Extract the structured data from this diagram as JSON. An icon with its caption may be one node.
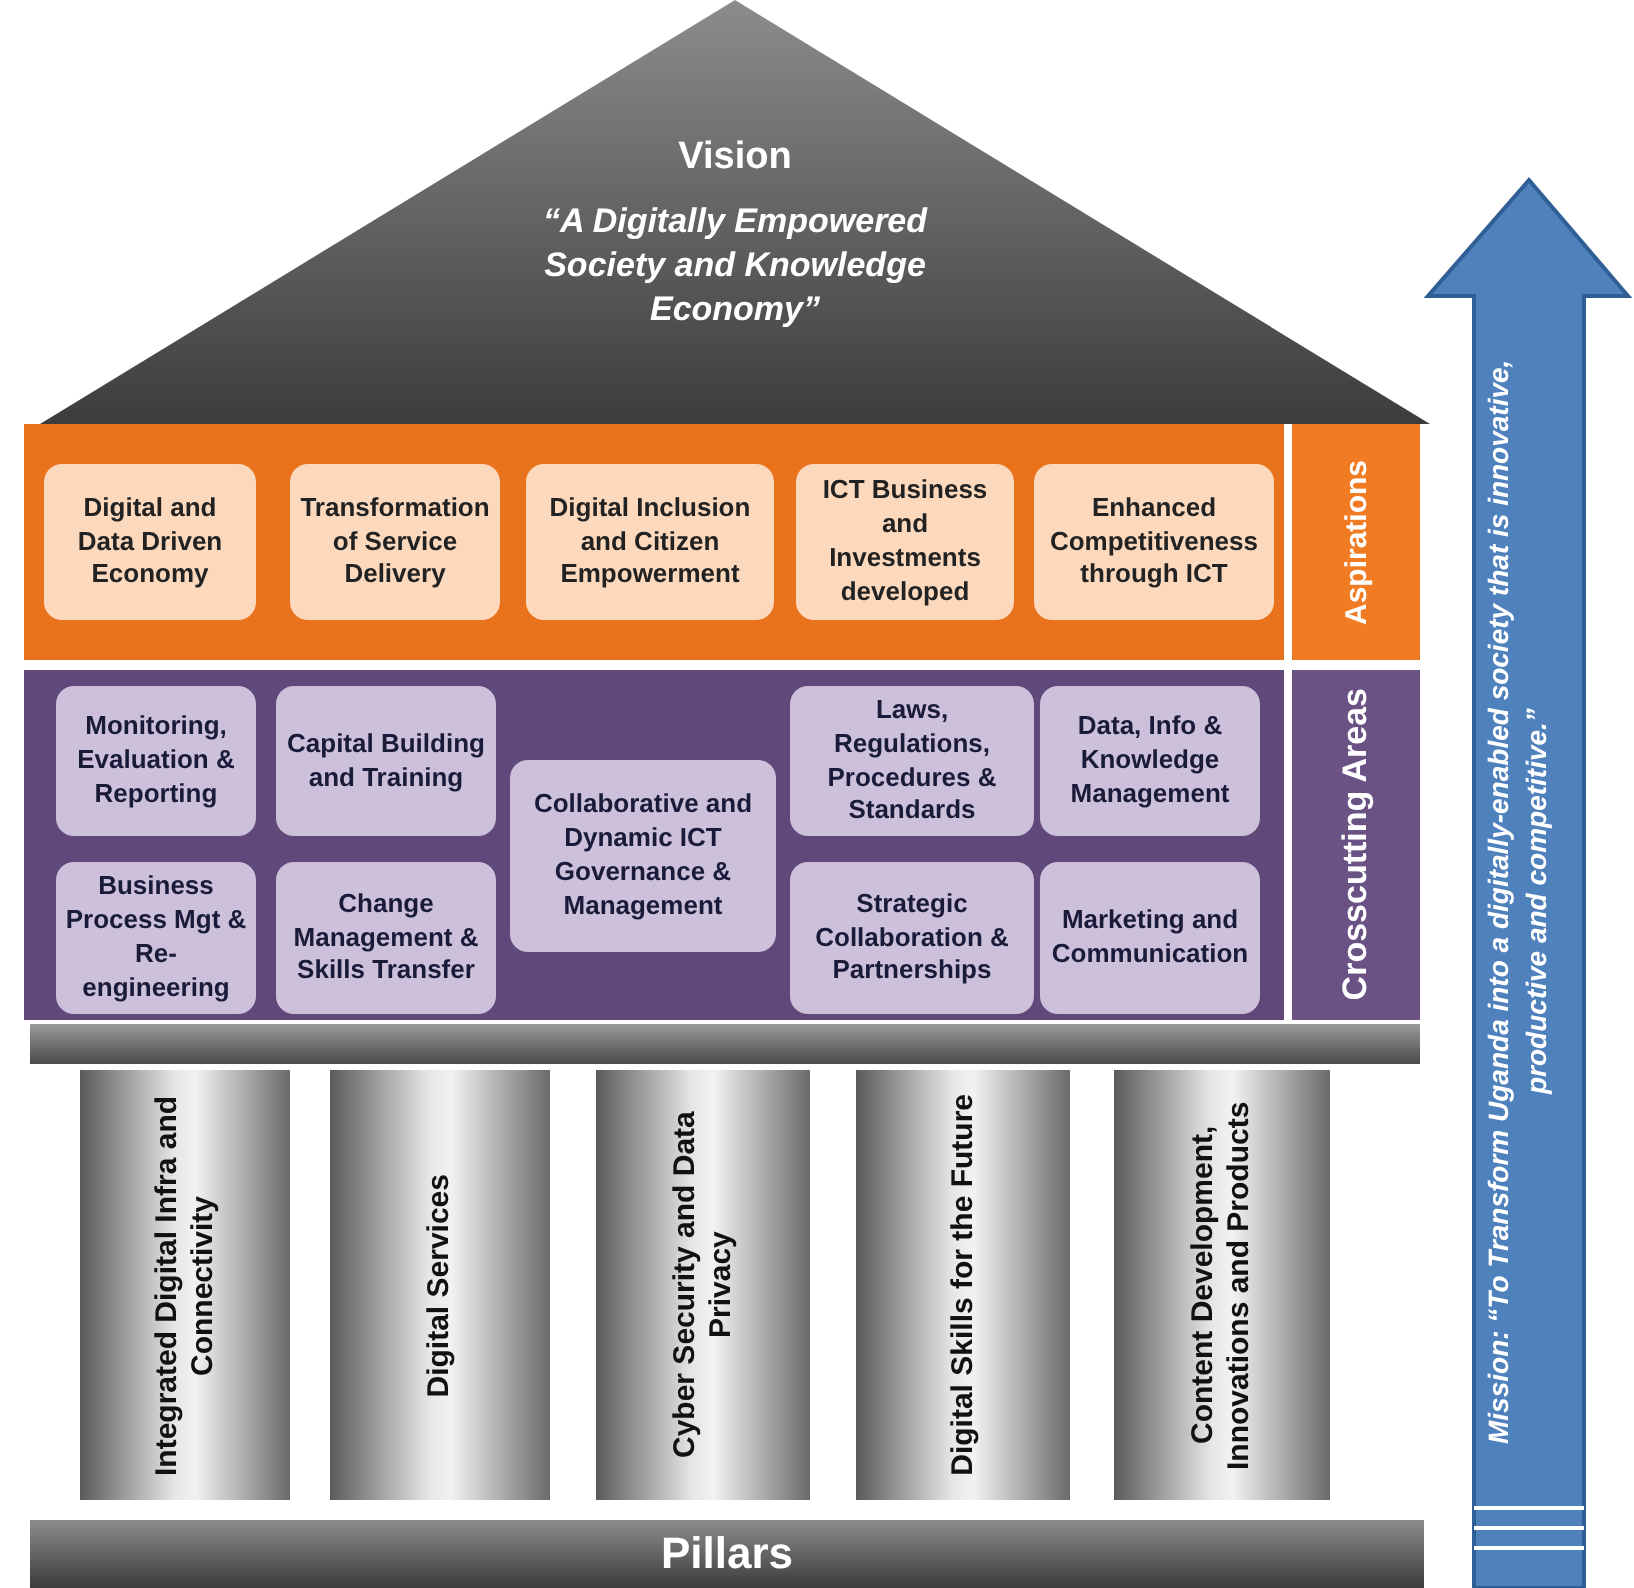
{
  "diagram": {
    "nodes": [
      {
        "text": [
          "Vision",
          "“A Digitally Empowered Society and Knowledge Economy”"
        ]
      },
      {
        "text": [
          "Aspirations"
        ]
      },
      {
        "text": [
          "Digital and Data Driven Economy"
        ],
        "in": 1
      },
      {
        "text": [
          "Transformation of Service Delivery"
        ],
        "in": 1
      },
      {
        "text": [
          "Digital Inclusion and Citizen Empowerment"
        ],
        "in": 1
      },
      {
        "text": [
          "ICT Business and Investments developed"
        ],
        "in": 1
      },
      {
        "text": [
          "Enhanced Competitiveness through ICT"
        ],
        "in": 1
      },
      {
        "text": [
          "Crosscutting Areas"
        ]
      },
      {
        "text": [
          "Monitoring, Evaluation & Reporting"
        ],
        "in": 7
      },
      {
        "text": [
          "Capital Building and Training"
        ],
        "in": 7
      },
      {
        "text": [
          "Collaborative and Dynamic ICT Governance & Management"
        ],
        "in": 7
      },
      {
        "text": [
          "Laws, Regulations, Procedures & Standards"
        ],
        "in": 7
      },
      {
        "text": [
          "Data, Info & Knowledge Management"
        ],
        "in": 7
      },
      {
        "text": [
          "Business Process Mgt & Re-engineering"
        ],
        "in": 7
      },
      {
        "text": [
          "Change Management & Skills Transfer"
        ],
        "in": 7
      },
      {
        "text": [
          "Strategic Collaboration & Partnerships"
        ],
        "in": 7
      },
      {
        "text": [
          "Marketing and Communication"
        ],
        "in": 7
      },
      {
        "text": [],
        "shape": "bar"
      },
      {
        "text": [
          "Integrated Digital Infra and Connectivity"
        ]
      },
      {
        "text": [
          "Digital Services"
        ]
      },
      {
        "text": [
          "Cyber Security and Data Privacy"
        ]
      },
      {
        "text": [
          "Digital Skills for the Future"
        ]
      },
      {
        "text": [
          "Content Development, Innovations and Products"
        ]
      },
      {
        "text": [
          "Pillars"
        ]
      },
      {
        "text": [
          "Mission: “To Transform Uganda into a digitally-enabled society that is innovative, productive and competitive.”"
        ]
      }
    ]
  }
}
